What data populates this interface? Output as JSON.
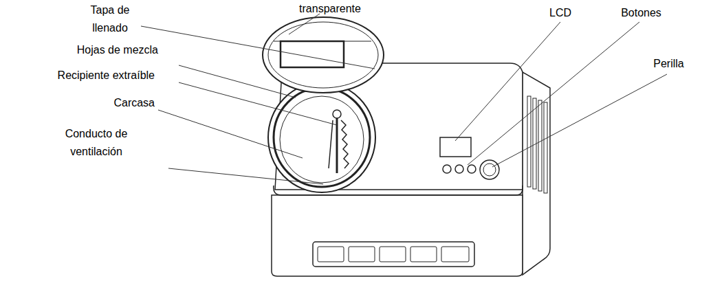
{
  "diagram": {
    "labels": [
      "transparente",
      "LCD",
      "Botones",
      "Tapa de llenado",
      "Hojas de mezcla",
      "Recipiente extraíble",
      "Perilla",
      "Carcasa",
      "Conducto de ventilación"
    ]
  }
}
